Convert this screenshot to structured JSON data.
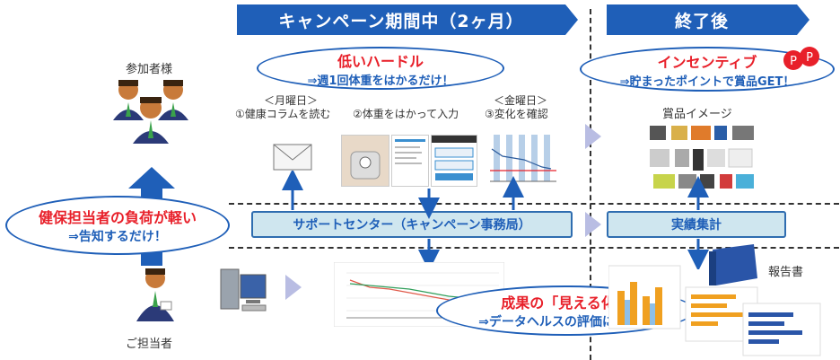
{
  "header": {
    "campaign": "キャンペーン期間中（2ヶ月）",
    "after": "終了後"
  },
  "participants_label": "参加者様",
  "admin_label": "ご担当者",
  "hurdle": {
    "title": "低いハードル",
    "subtitle": "⇒週1回体重をはかるだけ！"
  },
  "incentive": {
    "title": "インセンティブ",
    "subtitle": "⇒貯まったポイントで賞品GET！"
  },
  "steps": [
    {
      "day": "＜月曜日＞",
      "text": "①健康コラムを読む"
    },
    {
      "day": "",
      "text": "②体重をはかって入力"
    },
    {
      "day": "＜金曜日＞",
      "text": "③変化を確認"
    }
  ],
  "prize_label": "賞品イメージ",
  "burden": {
    "title": "健保担当者の負荷が軽い",
    "subtitle": "⇒告知するだけ！"
  },
  "support_center": "サポートセンター（キャンペーン事務局）",
  "results_tally": "実績集計",
  "report_label": "報告書",
  "visualize": {
    "title": "成果の「見える化」",
    "subtitle": "⇒データヘルスの評価に活用！"
  },
  "colors": {
    "brand_blue": "#1f5fb8",
    "accent_red": "#e8202a",
    "bar_fill": "#cfe6ef"
  }
}
